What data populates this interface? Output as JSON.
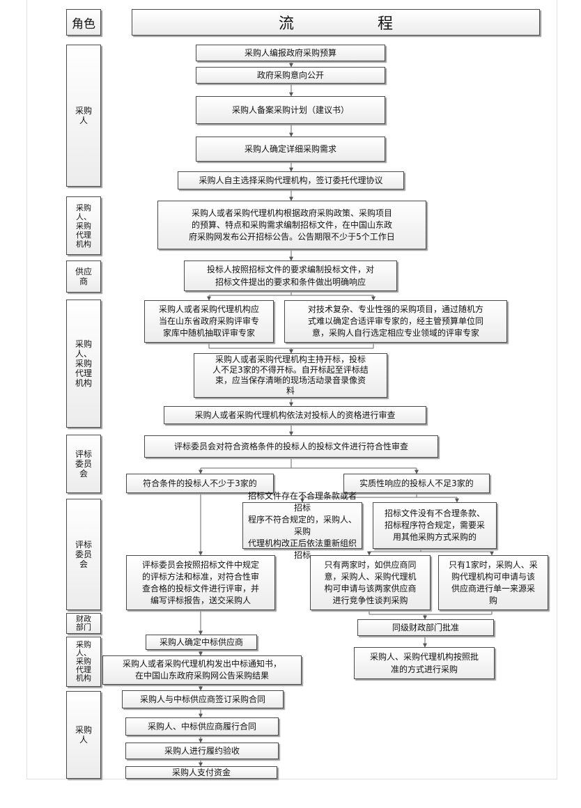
{
  "header": {
    "role": "角色",
    "flow_left": "流",
    "flow_right": "程"
  },
  "roles": [
    "采购\n人",
    "采购\n人、\n采购\n代理\n机构",
    "供应\n商",
    "采购\n人、\n采购\n代理\n机构",
    "评标\n委员\n会",
    "评标\n委员\n会",
    "财政\n部门",
    "采购\n人、\n采购\n代理\n机构",
    "采购\n人"
  ],
  "steps": {
    "s1": "采购人编报政府采购预算",
    "s2": "政府采购意向公开",
    "s3": "采购人备案采购计划（建议书）",
    "s4": "采购人确定详细采购需求",
    "s5": "采购人自主选择采购代理机构，签订委托代理协议",
    "s6": "采购人或者采购代理机构根据政府采购政策、采购项目\n的预算、特点和采购需求编制招标文件，在中国山东政\n府采购网发布公开招标公告。公告期限不少于5个工作日",
    "s7": "投标人按照招标文件的要求编制投标文件，对\n招标文件提出的要求和条件做出明确响应",
    "s8a": "采购人或者采购代理机构应\n当在山东省政府采购评审专\n家库中随机抽取评审专家",
    "s8b": "对技术复杂、专业性强的采购项目，通过随机方\n式难以确定合适评审专家的，经主管预算单位同\n意，采购人自行选定相应专业领域的评审专家",
    "s9": "采购人或者采购代理机构主持开标，投标\n人不足3家的不得开标。自开标起至评标结\n束，应当保存清晰的现场活动录音录像资\n料",
    "s10": "采购人或者采购代理机构依法对投标人的资格进行审查",
    "s11": "评标委员会对符合资格条件的投标人的投标文件进行符合性审查",
    "s12a": "符合条件的投标人不少于3家的",
    "s12b": "实质性响应的投标人不足3家的",
    "s13a": "招标文件存在不合理条款或者招标\n程序不符合规定的，采购人、采购\n代理机构改正后依法重新组织招标",
    "s13b": "招标文件没有不合理条款、\n招标程序符合规定，需要采\n用其他采购方式采购的",
    "s14": "评标委员会按照招标文件中规定\n的评标方法和标准，对符合性审\n查合格的投标文件进行评审，并\n编写评标报告，送交采购人",
    "s15a": "只有两家时，如供应商同\n意，采购人、采购代理机\n构可申请与该两家供应商\n进行竞争性谈判采购",
    "s15b": "只有1家时，采购人、采\n购代理机构可申请与该\n供应商进行单一来源采\n购",
    "s16": "同级财政部门批准",
    "s17": "采购人确定中标供应商",
    "s18": "采购人、采购代理机构按照批\n准的方式进行采购",
    "s19": "采购人或者采购代理机构发出中标通知书，\n在中国山东政府采购网公告采购结果",
    "s20": "采购人与中标供应商签订采购合同",
    "s21": "采购人、中标供应商履行合同",
    "s22": "采购人进行履约验收",
    "s23": "采购人支付资金"
  }
}
